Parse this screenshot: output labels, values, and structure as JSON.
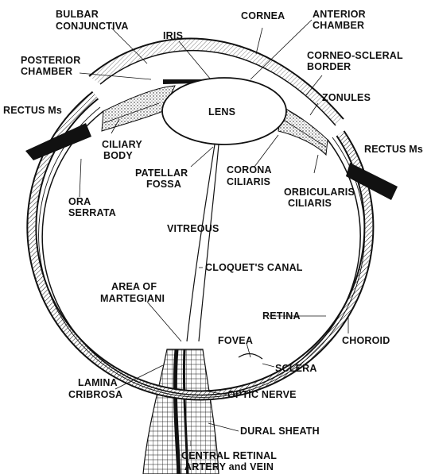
{
  "labels": {
    "bulbar_conjunctiva_1": "BULBAR",
    "bulbar_conjunctiva_2": "CONJUNCTIVA",
    "iris": "IRIS",
    "cornea": "CORNEA",
    "anterior_chamber_1": "ANTERIOR",
    "anterior_chamber_2": "CHAMBER",
    "posterior_chamber_1": "POSTERIOR",
    "posterior_chamber_2": "CHAMBER",
    "corneo_scleral_1": "CORNEO-SCLERAL",
    "corneo_scleral_2": "BORDER",
    "lens": "LENS",
    "zonules": "ZONULES",
    "rectus_left": "RECTUS Ms",
    "rectus_right": "RECTUS Ms",
    "ciliary_body_1": "CILIARY",
    "ciliary_body_2": "BODY",
    "patellar_fossa_1": "PATELLAR",
    "patellar_fossa_2": "FOSSA",
    "corona_ciliaris_1": "CORONA",
    "corona_ciliaris_2": "CILIARIS",
    "orbicularis_1": "ORBICULARIS",
    "orbicularis_2": "CILIARIS",
    "ora_serrata_1": "ORA",
    "ora_serrata_2": "SERRATA",
    "vitreous": "VITREOUS",
    "cloquets_canal": "CLOQUET'S CANAL",
    "martegiani_1": "AREA OF",
    "martegiani_2": "MARTEGIANI",
    "retina": "RETINA",
    "choroid": "CHOROID",
    "fovea": "FOVEA",
    "sclera": "SCLERA",
    "lamina_1": "LAMINA",
    "lamina_2": "CRIBROSA",
    "optic_nerve": "OPTIC NERVE",
    "dural_sheath": "DURAL SHEATH",
    "central_artery_1": "CENTRAL RETINAL",
    "central_artery_2": "ARTERY and VEIN"
  }
}
